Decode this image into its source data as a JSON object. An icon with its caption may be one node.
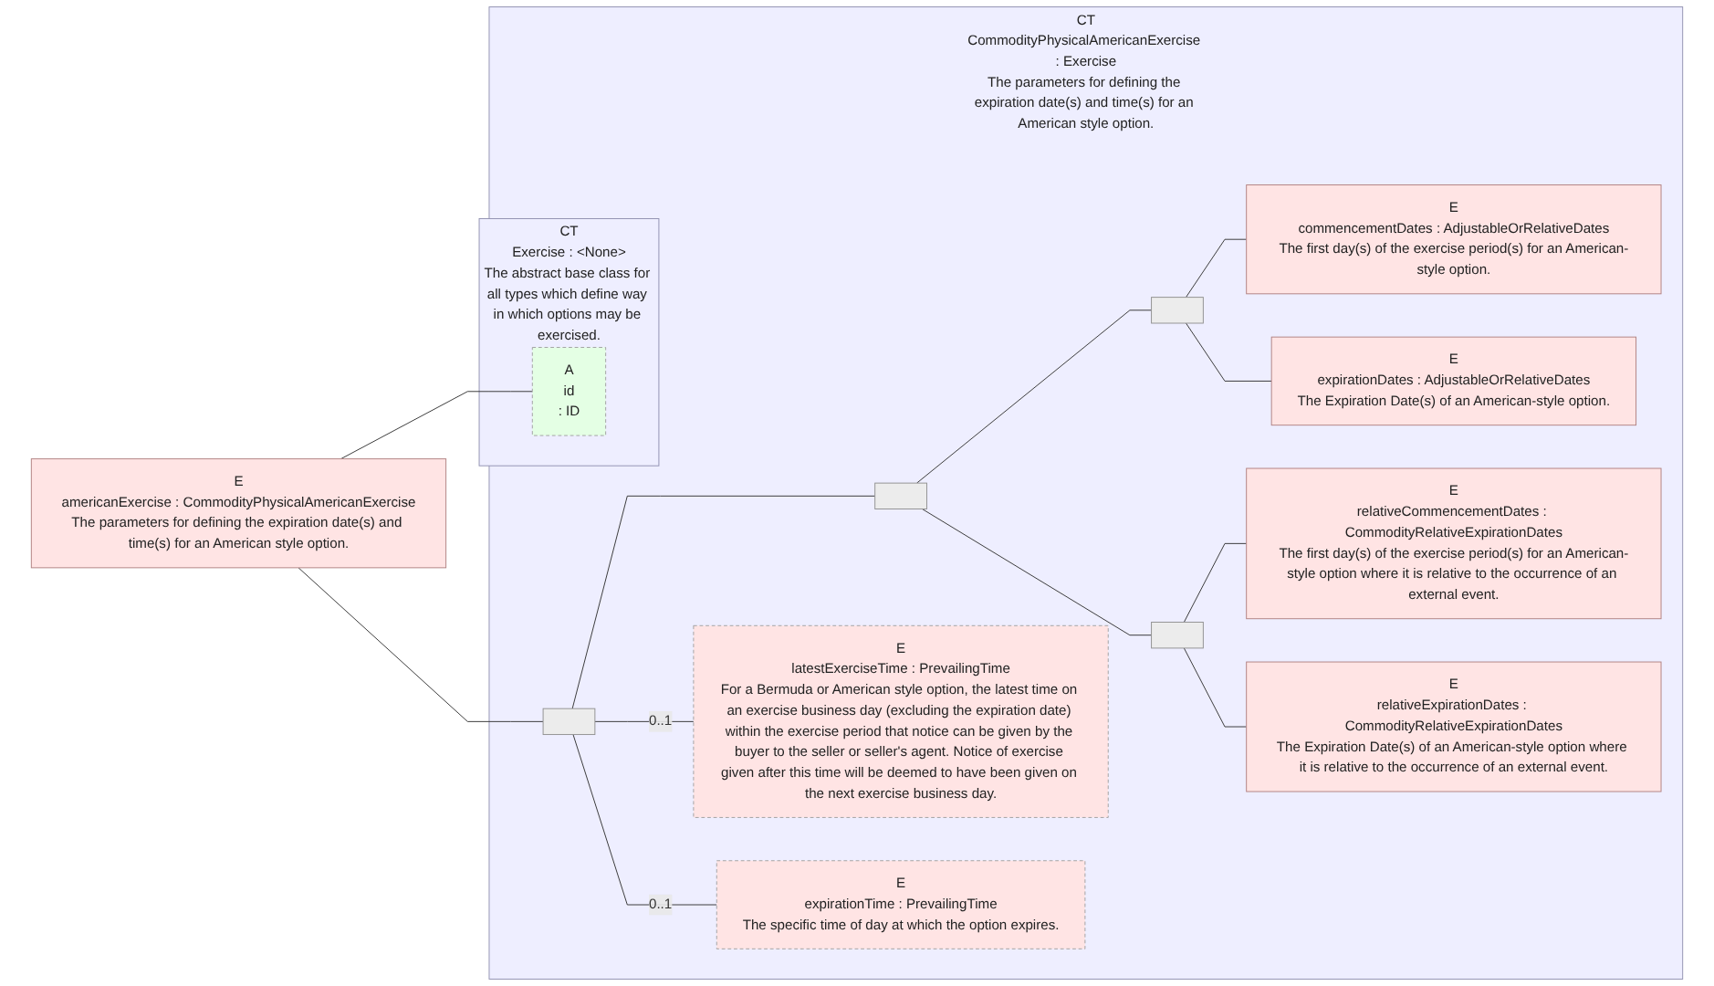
{
  "diagram": {
    "nodes": [
      {
        "text": [
          "E",
          "americanExercise : CommodityPhysicalAmericanExercise",
          "The parameters for defining the expiration date(s) and time(s) for an American style option."
        ]
      },
      {
        "text": [
          "CT",
          "CommodityPhysicalAmericanExercise : Exercise",
          "The parameters for defining the expiration date(s) and time(s) for an American style option."
        ]
      },
      {
        "text": [
          "CT",
          "Exercise : <None>",
          "The abstract base class for all types which define way in which options may be exercised."
        ],
        "in": 1
      },
      {
        "text": [
          "A",
          "id",
          ": ID"
        ],
        "in": 2
      },
      {
        "text": [],
        "shape": "box",
        "in": 1
      },
      {
        "text": [],
        "shape": "box",
        "in": 1
      },
      {
        "text": [],
        "shape": "box",
        "in": 1
      },
      {
        "text": [
          "E",
          "commencementDates : AdjustableOrRelativeDates",
          "The first day(s) of the exercise period(s) for an American-style option."
        ],
        "in": 1
      },
      {
        "text": [
          "E",
          "expirationDates : AdjustableOrRelativeDates",
          "The Expiration Date(s) of an American-style option."
        ],
        "in": 1
      },
      {
        "text": [],
        "shape": "box",
        "in": 1
      },
      {
        "text": [
          "E",
          "relativeCommencementDates : CommodityRelativeExpirationDates",
          "The first day(s) of the exercise period(s) for an American-style option where it is relative to the occurrence of an external event."
        ],
        "in": 1
      },
      {
        "text": [
          "E",
          "relativeExpirationDates : CommodityRelativeExpirationDates",
          "The Expiration Date(s) of an American-style option where it is relative to the occurrence of an external event."
        ],
        "in": 1
      },
      {
        "text": [
          "E",
          "latestExerciseTime : PrevailingTime",
          "For a Bermuda or American style option, the latest time on an exercise business day (excluding the expiration date) within the exercise period that notice can be given by the buyer to the seller or seller's agent. Notice of exercise given after this time will be deemed to have been given on the next exercise business day."
        ],
        "in": 1
      },
      {
        "text": [
          "E",
          "expirationTime : PrevailingTime",
          "The specific time of day at which the option expires."
        ],
        "in": 1
      }
    ],
    "edges": [
      {
        "from": 0,
        "to": 3,
        "arrow": "none"
      },
      {
        "from": 0,
        "to": 4,
        "arrow": "none"
      },
      {
        "from": 4,
        "to": 5,
        "arrow": "none"
      },
      {
        "from": 5,
        "to": 6,
        "arrow": "none"
      },
      {
        "from": 6,
        "to": 7,
        "arrow": "none"
      },
      {
        "from": 6,
        "to": 8,
        "arrow": "none"
      },
      {
        "from": 5,
        "to": 9,
        "arrow": "none"
      },
      {
        "from": 9,
        "to": 10,
        "arrow": "none"
      },
      {
        "from": 9,
        "to": 11,
        "arrow": "none"
      },
      {
        "from": 4,
        "to": 12,
        "arrow": "none",
        "label": "0..1"
      },
      {
        "from": 4,
        "to": 13,
        "arrow": "none",
        "label": "0..1"
      }
    ]
  }
}
